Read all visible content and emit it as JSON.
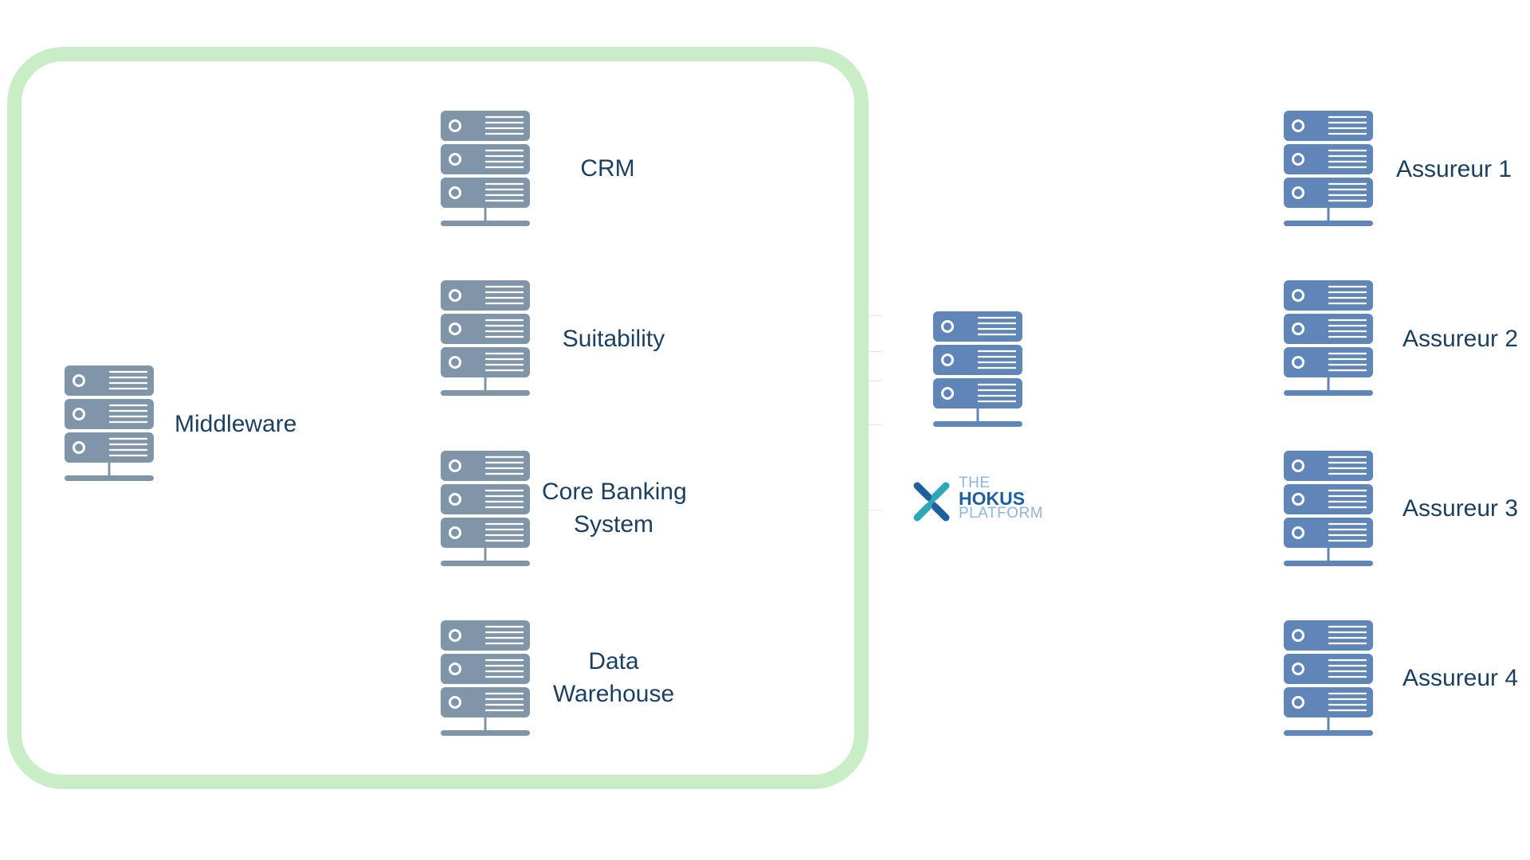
{
  "colors": {
    "frame": "#c9edc6",
    "server_gray": "#8095a8",
    "server_blue": "#5f86b6",
    "text": "#1c3f5e",
    "logo_teal": "#2ea7b9",
    "logo_dark": "#1e5f9e"
  },
  "icons": {
    "server": "server-rack-icon"
  },
  "diagram": {
    "middleware": {
      "label": "Middleware"
    },
    "internal": [
      {
        "label_lines": [
          "CRM"
        ]
      },
      {
        "label_lines": [
          "Suitability"
        ]
      },
      {
        "label_lines": [
          "Core Banking",
          "System"
        ]
      },
      {
        "label_lines": [
          "Data",
          "Warehouse"
        ]
      }
    ],
    "platform": {
      "logo": {
        "line1": "THE",
        "line2": "HOKUS",
        "line3": "PLATFORM"
      }
    },
    "insurers": [
      {
        "label": "Assureur 1"
      },
      {
        "label": "Assureur 2"
      },
      {
        "label": "Assureur 3"
      },
      {
        "label": "Assureur 4"
      }
    ]
  }
}
